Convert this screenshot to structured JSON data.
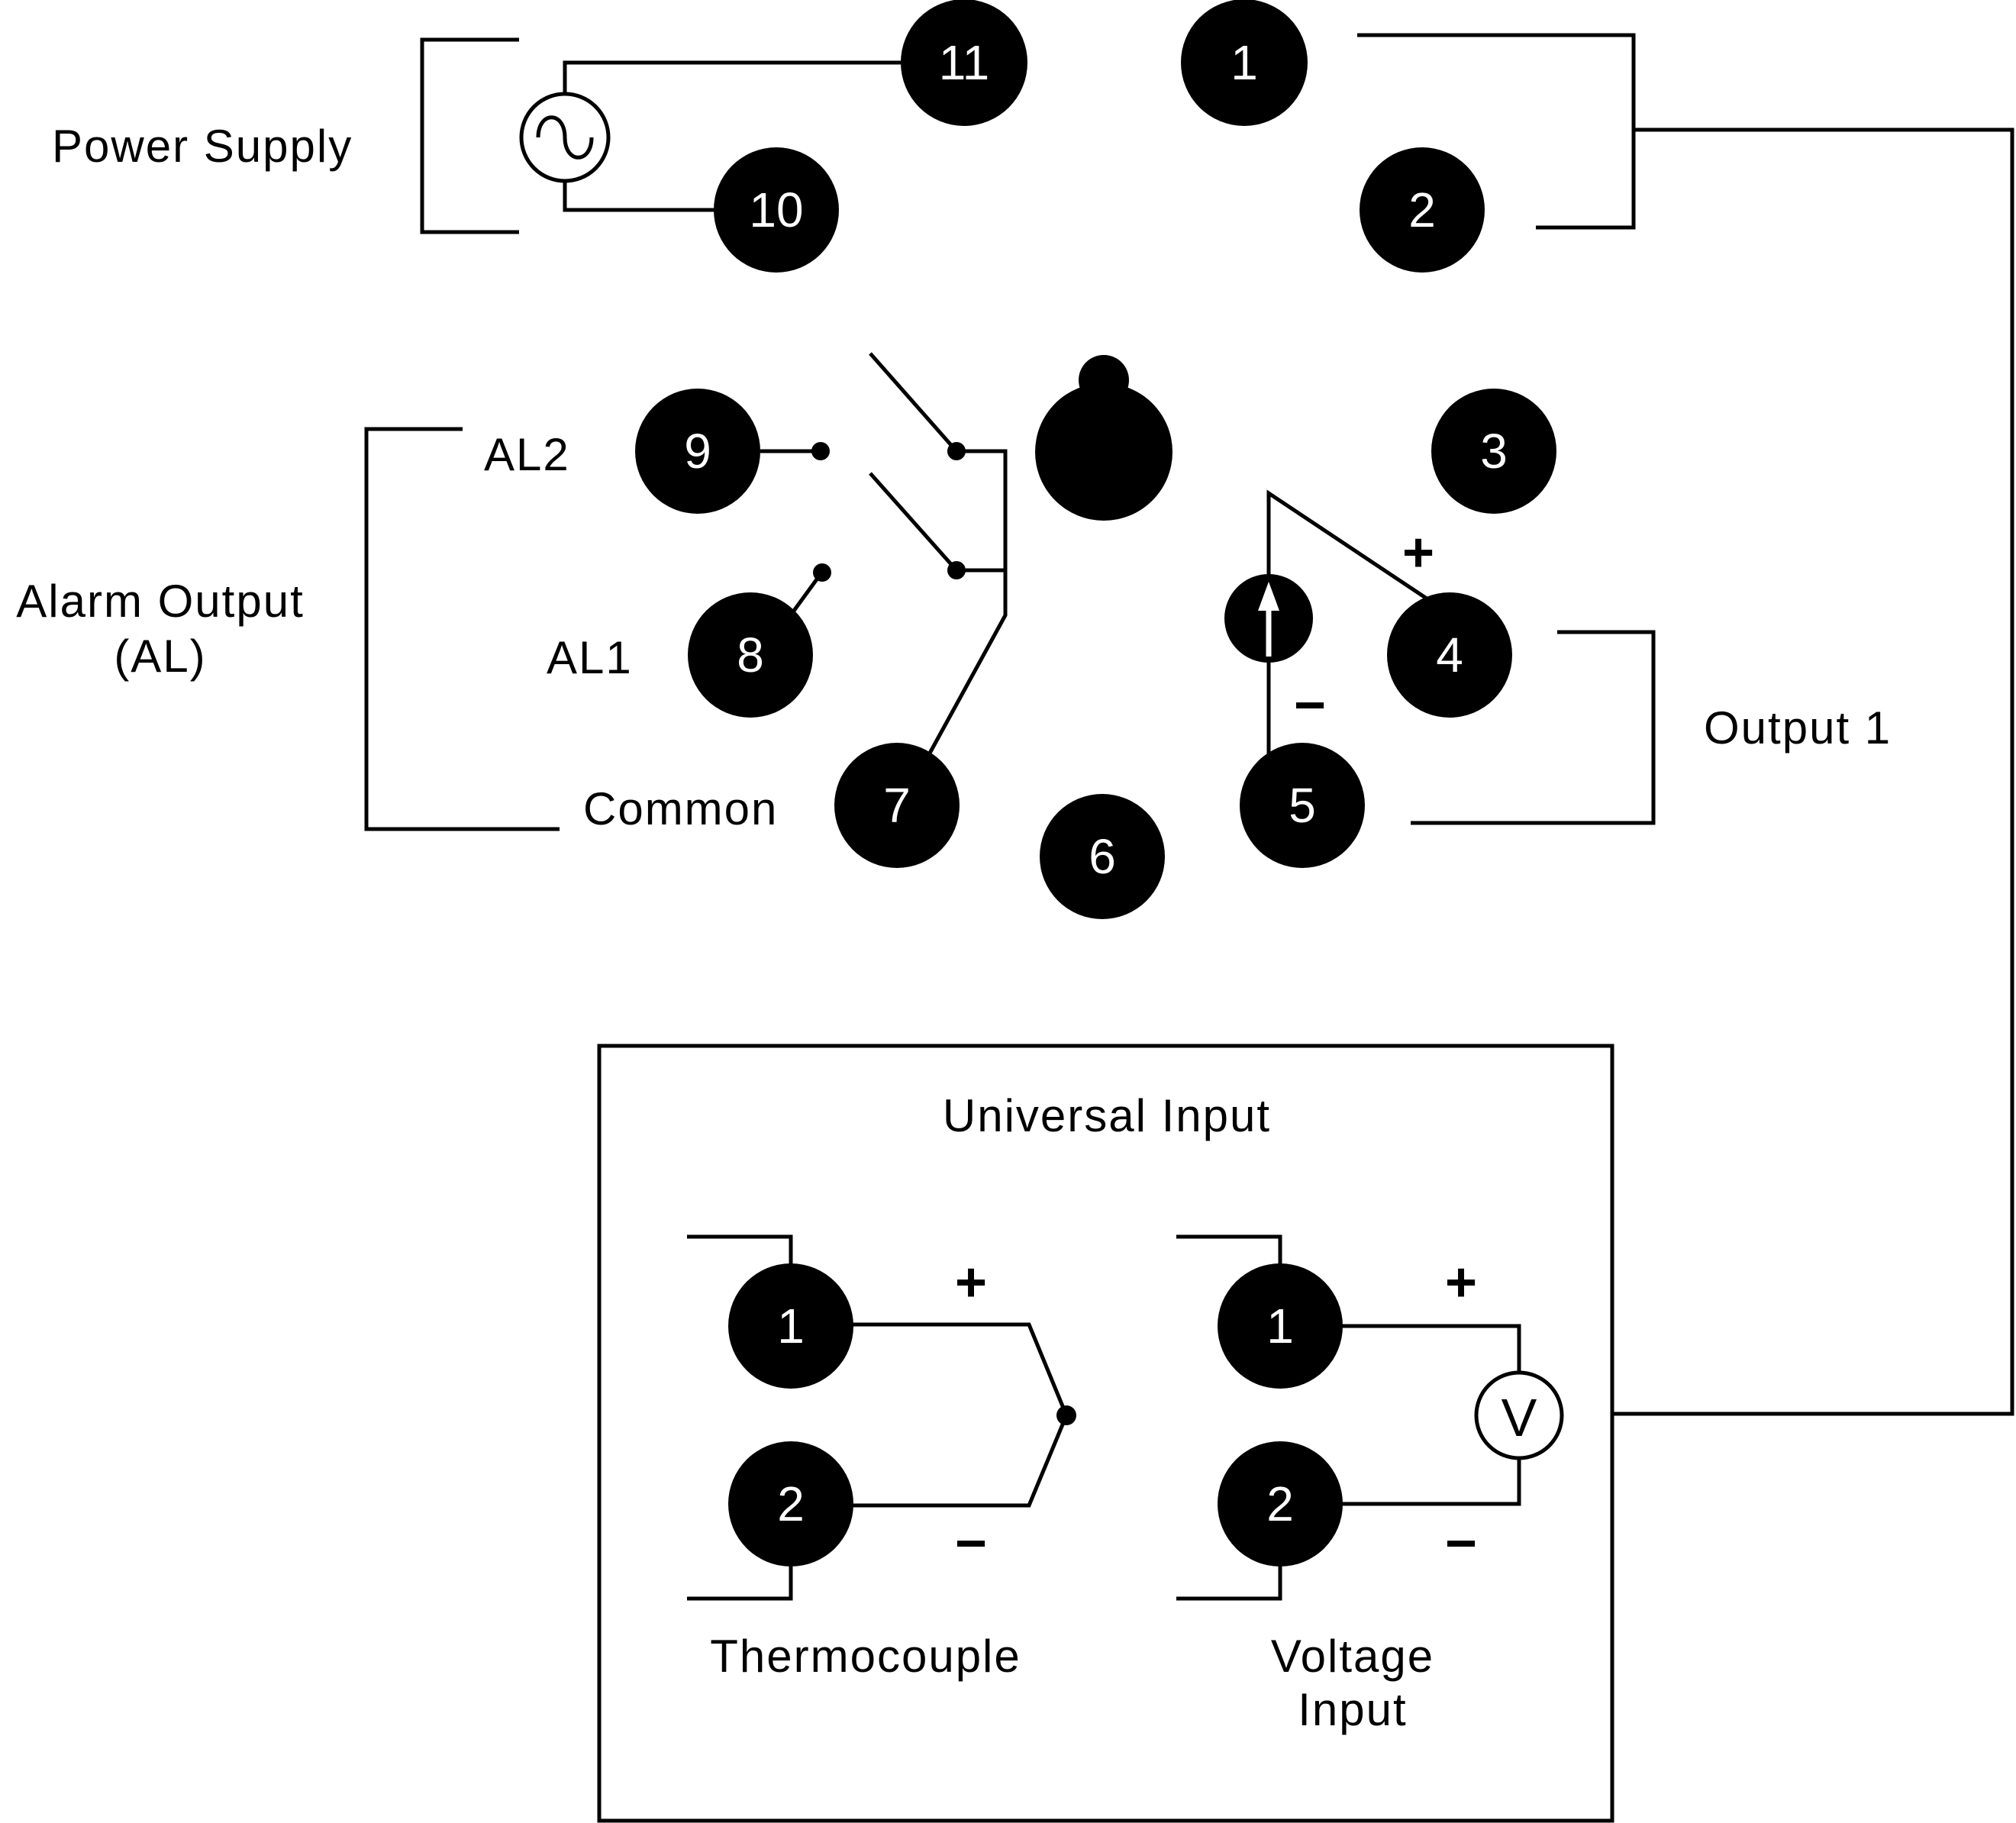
{
  "base_terminals": [
    {
      "id": "t11",
      "label": "11"
    },
    {
      "id": "t1",
      "label": "1"
    },
    {
      "id": "t10",
      "label": "10"
    },
    {
      "id": "t2",
      "label": "2"
    },
    {
      "id": "t9",
      "label": "9"
    },
    {
      "id": "t3",
      "label": "3"
    },
    {
      "id": "t8",
      "label": "8"
    },
    {
      "id": "t4",
      "label": "4"
    },
    {
      "id": "t7",
      "label": "7"
    },
    {
      "id": "t5",
      "label": "5"
    },
    {
      "id": "t6",
      "label": "6"
    }
  ],
  "labels": {
    "power_supply": "Power Supply",
    "al2": "AL2",
    "al1": "AL1",
    "alarm_output_line1": "Alarm Output",
    "alarm_output_line2": "(AL)",
    "common": "Common",
    "output1": "Output 1",
    "universal_input": "Universal Input",
    "thermocouple": "Thermocouple",
    "voltage_input_line1": "Voltage",
    "voltage_input_line2": "Input"
  },
  "input_terminals": {
    "tc_1": "1",
    "tc_2": "2",
    "v_1": "1",
    "v_2": "2"
  },
  "signs": {
    "out_plus": "+",
    "out_minus": "−",
    "tc_plus": "+",
    "tc_minus": "−",
    "v_plus": "+",
    "v_minus": "−"
  },
  "symbols": {
    "ac_source": "ac-source-icon",
    "current_source": "current-source-icon",
    "voltmeter": "voltmeter-icon",
    "voltmeter_letter": "V"
  }
}
